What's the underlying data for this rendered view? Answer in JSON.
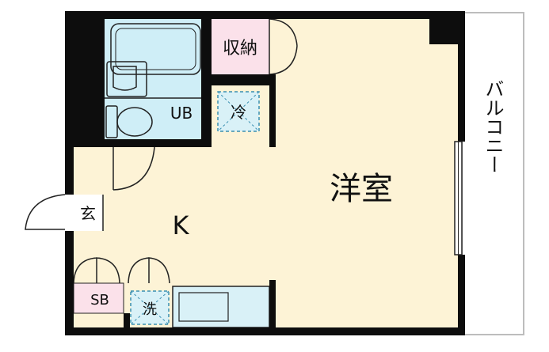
{
  "rooms": {
    "western_room": "洋室",
    "kitchen": "K",
    "unit_bath": "UB",
    "closet": "収納",
    "fridge_space": "冷",
    "entrance": "玄",
    "shoe_box": "SB",
    "washer_space": "洗",
    "balcony": "バルコニー"
  },
  "colors": {
    "wall": "#0d0d0d",
    "western_room_floor": "#fdf3d6",
    "kitchen_floor": "#fdf3d6",
    "bath_fill": "#cfeef7",
    "closet_fill": "#fbe1ea",
    "shoe_box_fill": "#fbe1ea",
    "counter_fill": "#d9f1f7",
    "dashed_box": "#3a8fb0",
    "balcony_outline": "#bdbdbd"
  }
}
